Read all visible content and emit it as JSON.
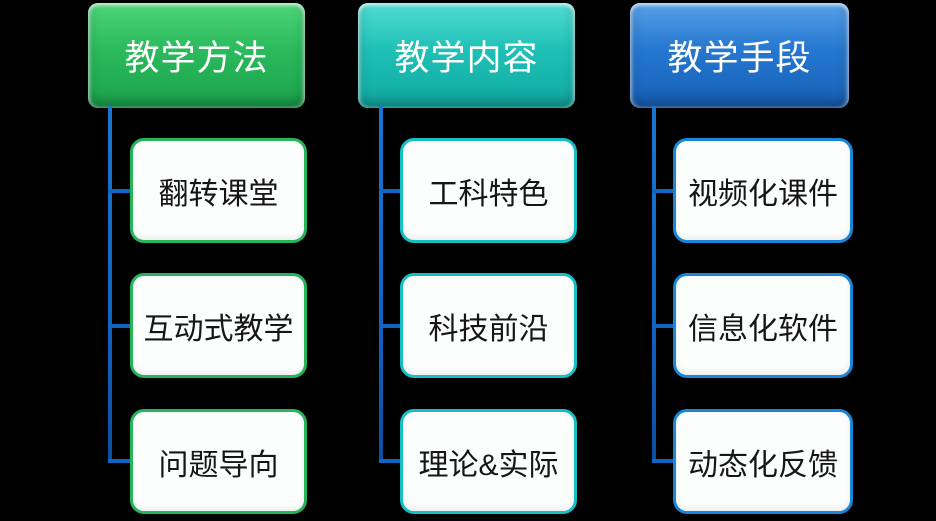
{
  "diagram": {
    "background_color": "#000000",
    "connector_color": "#1166c4",
    "header_text_color": "#ffffff",
    "item_text_color": "#161616",
    "columns": [
      {
        "header": {
          "label": "教学方法",
          "fill_top": "#4ed479",
          "fill_mid": "#2aba5c",
          "fill_bottom": "#1ca24d"
        },
        "item_border_color": "#26b35a",
        "items": [
          "翻转课堂",
          "互动式教学",
          "问题导向"
        ]
      },
      {
        "header": {
          "label": "教学内容",
          "fill_top": "#52dcd2",
          "fill_mid": "#1fc0b6",
          "fill_bottom": "#0fa9a1"
        },
        "item_border_color": "#16bfc5",
        "items": [
          "工科特色",
          "科技前沿",
          "理论&实际"
        ]
      },
      {
        "header": {
          "label": "教学手段",
          "fill_top": "#57a0e6",
          "fill_mid": "#2477d0",
          "fill_bottom": "#1760b6"
        },
        "item_border_color": "#1886da",
        "items": [
          "视频化课件",
          "信息化软件",
          "动态化反馈"
        ]
      }
    ]
  }
}
